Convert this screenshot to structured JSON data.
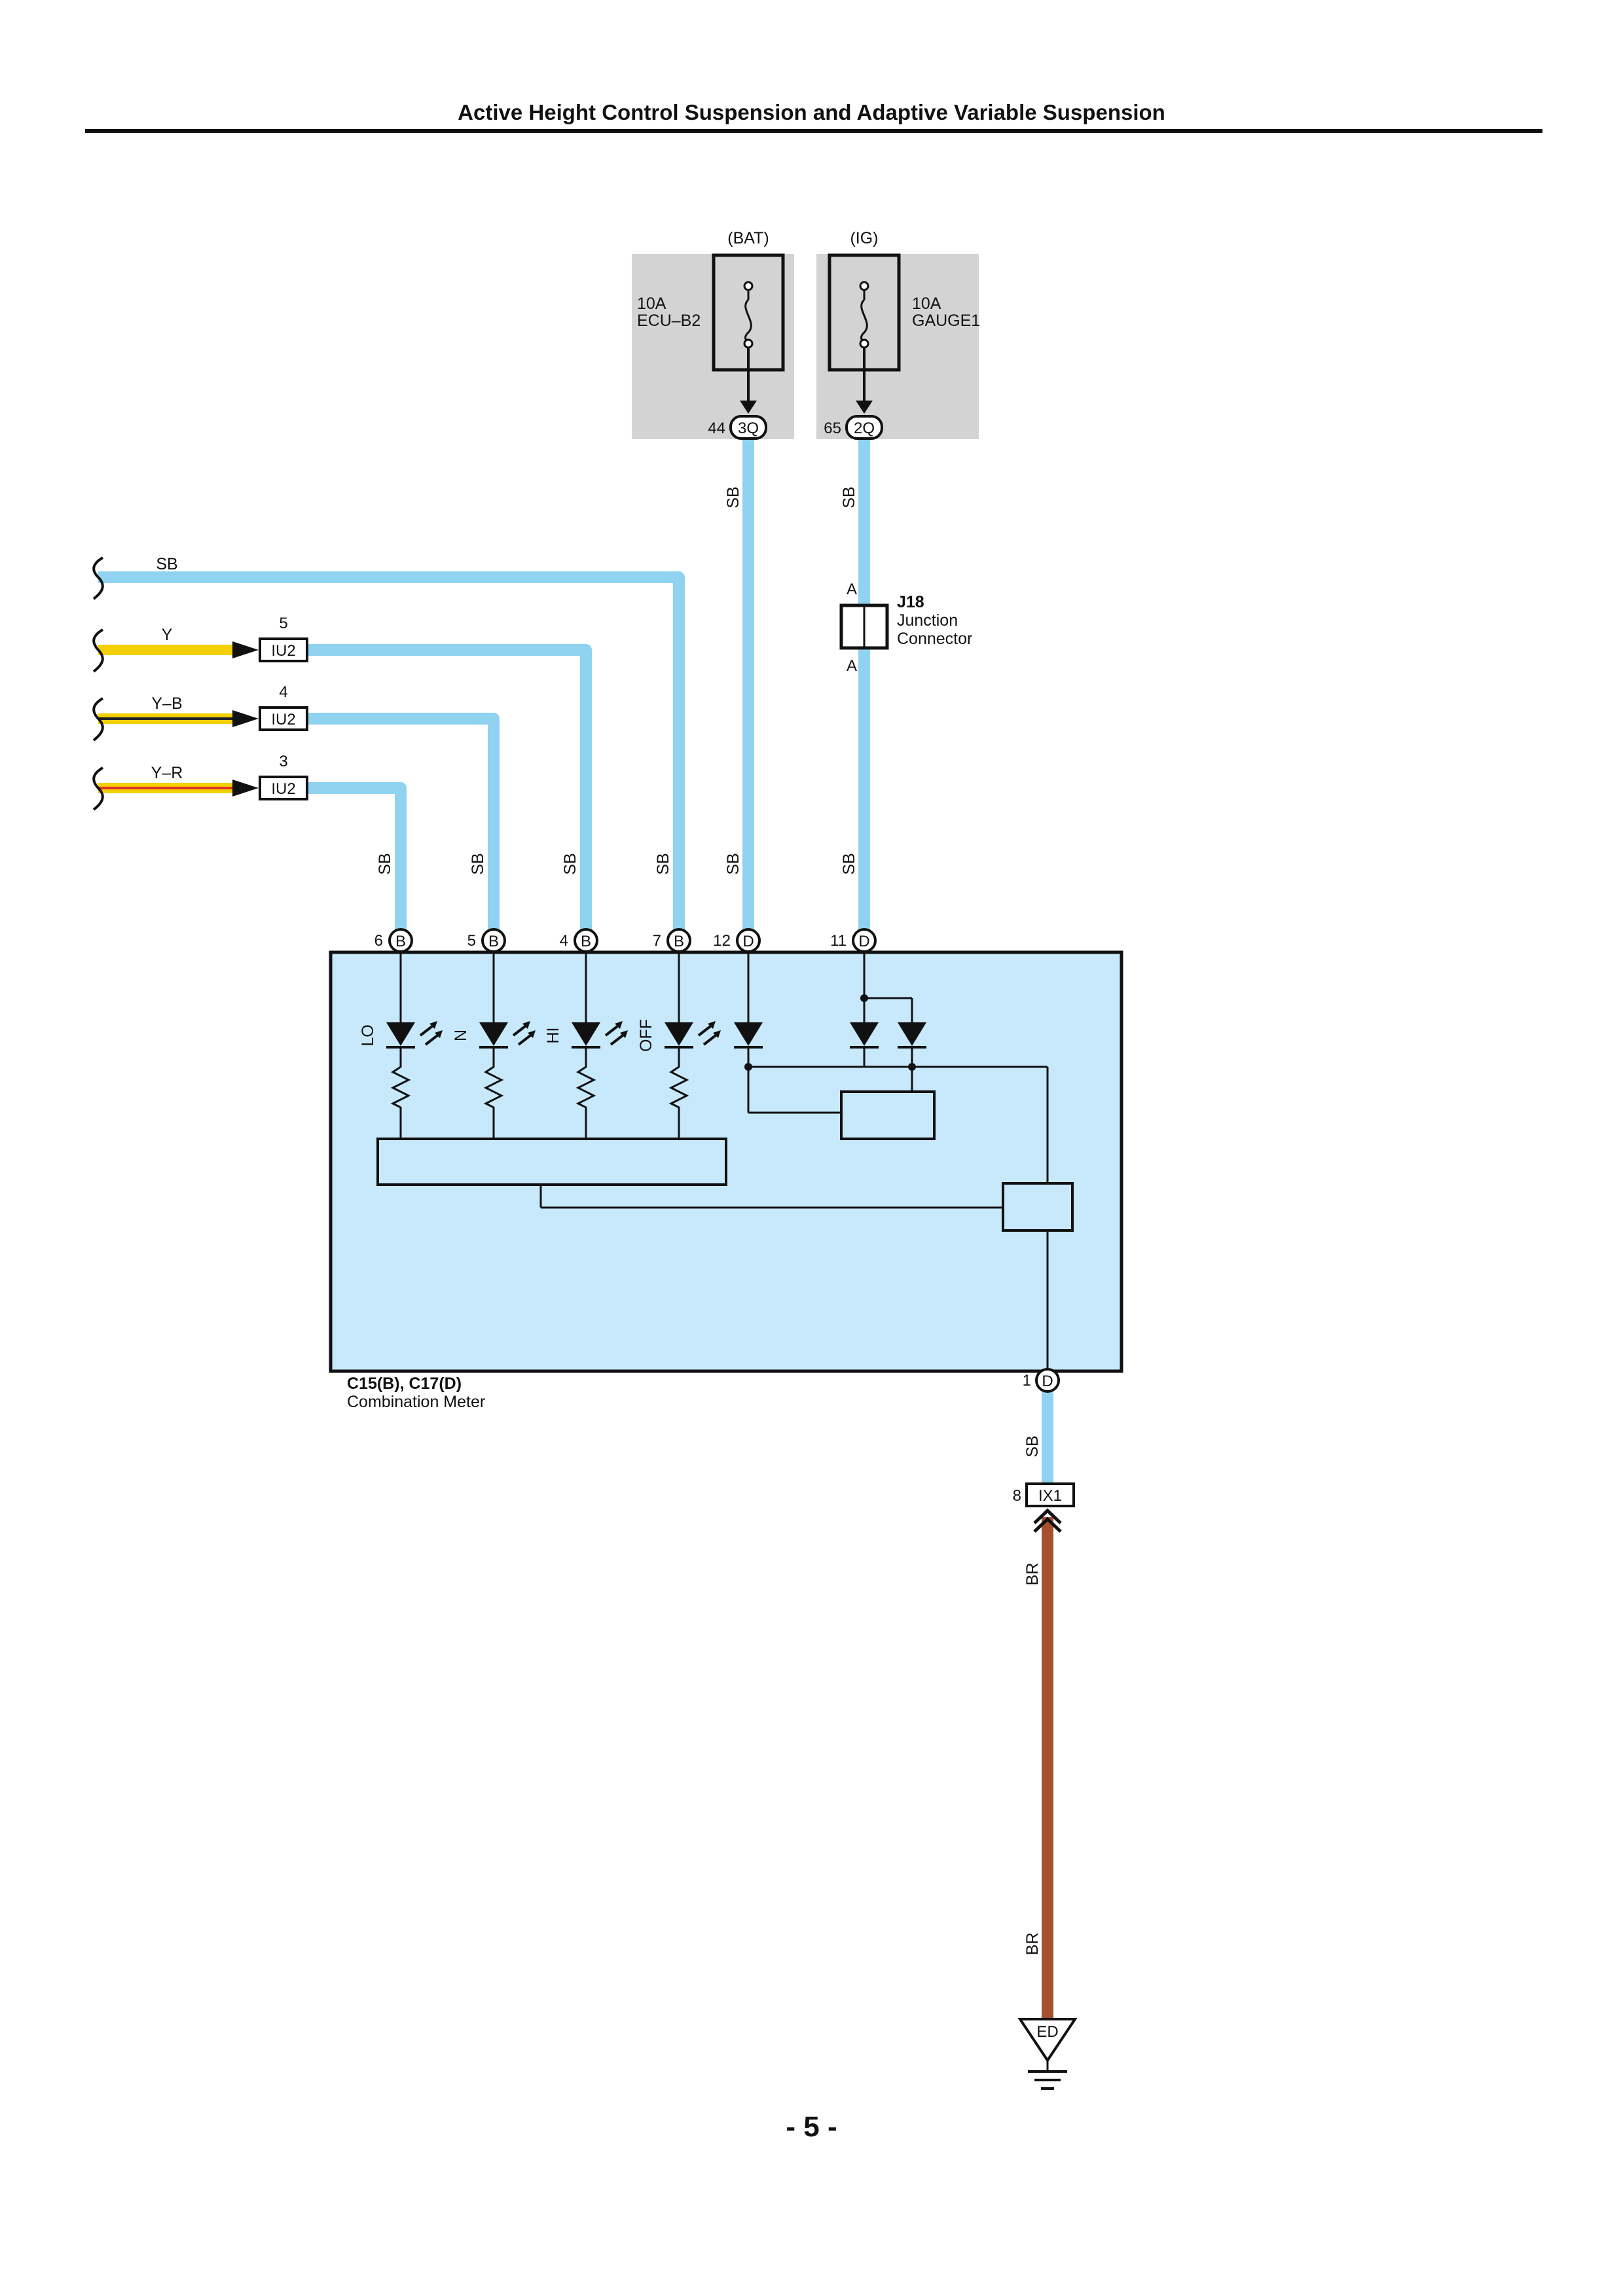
{
  "header": {
    "title": "Active Height Control Suspension and Adaptive Variable Suspension"
  },
  "fuses": [
    {
      "source": "(BAT)",
      "rating": "10A",
      "name": "ECU–B2",
      "pin": "44",
      "connector": "3Q"
    },
    {
      "source": "(IG)",
      "rating": "10A",
      "name": "GAUGE1",
      "pin": "65",
      "connector": "2Q"
    }
  ],
  "junction": {
    "id": "J18",
    "name_line1": "Junction",
    "name_line2": "Connector",
    "pin_top": "A",
    "pin_bottom": "A"
  },
  "inputs": [
    {
      "wire": "SB"
    },
    {
      "wire": "Y",
      "pin": "5",
      "connector": "IU2"
    },
    {
      "wire": "Y–B",
      "pin": "4",
      "connector": "IU2"
    },
    {
      "wire": "Y–R",
      "pin": "3",
      "connector": "IU2"
    }
  ],
  "meter_pins": [
    {
      "pin": "6",
      "conn": "B"
    },
    {
      "pin": "5",
      "conn": "B"
    },
    {
      "pin": "4",
      "conn": "B"
    },
    {
      "pin": "7",
      "conn": "B"
    },
    {
      "pin": "12",
      "conn": "D"
    },
    {
      "pin": "11",
      "conn": "D"
    }
  ],
  "wire_labels": {
    "sb": "SB",
    "br": "BR"
  },
  "indicators": [
    "LO",
    "N",
    "HI",
    "OFF"
  ],
  "meter": {
    "connectors": "C15(B), C17(D)",
    "name": "Combination Meter",
    "ground_pin": "1",
    "ground_conn": "D"
  },
  "splice": {
    "pin": "8",
    "connector": "IX1"
  },
  "ground": {
    "label": "ED"
  },
  "footer": {
    "page": "- 5 -"
  },
  "colors": {
    "sb": "#8fd3f0",
    "y": "#f5d000",
    "yb_stripe": "#222222",
    "yr_stripe": "#e0332a",
    "br": "#a5512e",
    "meter_fill": "#c7e9fb",
    "fuse_box": "#d3d3d3"
  }
}
